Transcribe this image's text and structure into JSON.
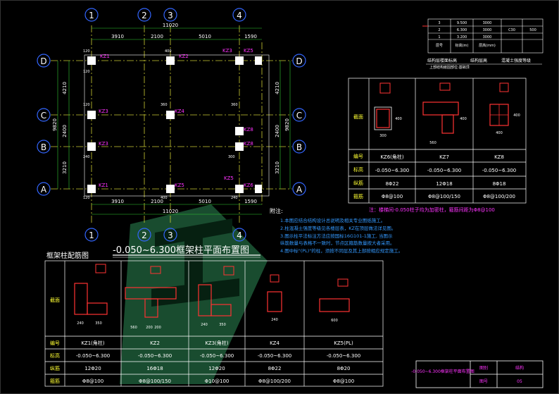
{
  "plan": {
    "grid_x_labels": [
      "1",
      "2",
      "3",
      "4"
    ],
    "grid_y_labels": [
      "D",
      "C",
      "B",
      "A"
    ],
    "top_dims": [
      "3910",
      "2100",
      "5010",
      "1590"
    ],
    "top_total": "11020",
    "bottom_dims": [
      "3910",
      "2100",
      "5010",
      "1590"
    ],
    "bottom_total": "11020",
    "left_dims": [
      "4210",
      "2400",
      "3210"
    ],
    "left_total": "9820",
    "right_dims": [
      "4210",
      "2400",
      "3210"
    ],
    "right_total": "9820",
    "columns": [
      {
        "tag": "KZ1"
      },
      {
        "tag": "KZ2"
      },
      {
        "tag": "KZ3"
      },
      {
        "tag": "KZ5"
      },
      {
        "tag": "KZ3"
      },
      {
        "tag": "KZ4"
      },
      {
        "tag": "KZ8"
      },
      {
        "tag": "KZ3"
      },
      {
        "tag": "KZ8"
      },
      {
        "tag": "KZ1"
      },
      {
        "tag": "KZ5"
      },
      {
        "tag": "KZ6"
      },
      {
        "tag": "KZ5"
      }
    ],
    "dim_notes": [
      "120",
      "120",
      "400",
      "120",
      "360",
      "240",
      "300",
      "360",
      "120",
      "400",
      "240"
    ],
    "title": "-0.050~6.300框架柱平面布置图",
    "table_caption": "框架柱配筋图"
  },
  "storey_table": {
    "rows": [
      {
        "floor": "3",
        "elev": "9.500",
        "height": "3000"
      },
      {
        "floor": "2",
        "elev": "6.300",
        "height": "3000"
      },
      {
        "floor": "1",
        "elev": "3.200",
        "height": "3000"
      }
    ],
    "head": {
      "floor": "层号",
      "elev": "标高(m)",
      "height": "层高(mm)"
    },
    "concrete": "C30",
    "extra": "500",
    "footer": [
      "结构层楼面标高",
      "结构层高",
      "混凝土强度等级"
    ],
    "sub": "上部结构嵌固部位:基础顶"
  },
  "right_table": {
    "row_headers": [
      "截面",
      "编号",
      "标高",
      "纵筋",
      "箍筋"
    ],
    "cols": [
      {
        "id": "KZ6(角柱)",
        "elev": "-0.050~6.300",
        "main": "8Φ22",
        "stirrup": "Φ8@100",
        "w": "300",
        "h": "400"
      },
      {
        "id": "KZ7",
        "elev": "-0.050~6.300",
        "main": "12Φ18",
        "stirrup": "Φ8@100/150",
        "w": "560",
        "h": "400"
      },
      {
        "id": "KZ8",
        "elev": "-0.050~6.300",
        "main": "8Φ18",
        "stirrup": "Φ8@100/200",
        "w": "400",
        "h": "400"
      }
    ],
    "note": "注：楼梯间-0.050柱子均为加密柱，箍筋间距为Φ8@100"
  },
  "notes": {
    "head": "附注:",
    "lines": [
      "1.本图应结合结构设计总说明及相关专业图纸施工。",
      "2.柱混凝土强度等级见各楼层表，KZ在顶层做法详见图。",
      "3.图示柱平法标注方法应按国标16G101-1施工, 当图示",
      "  纵筋数量与表格不一致时，节点区箍筋数量按大者采用。",
      "4.图中标\"(PL)\"的柱，须按不同层及其上部按相应规定施工。"
    ]
  },
  "bottom_table": {
    "row_headers": [
      "截面",
      "编号",
      "标高",
      "纵筋",
      "箍筋"
    ],
    "cols": [
      {
        "id": "KZ1(角柱)",
        "elev": "-0.050~6.300",
        "main": "12Φ20",
        "stirrup": "Φ8@100",
        "dims": [
          "240",
          "350"
        ]
      },
      {
        "id": "KZ2",
        "elev": "-0.050~6.300",
        "main": "16Φ18",
        "stirrup": "Φ8@100/150",
        "dims": [
          "560",
          "200",
          "200"
        ]
      },
      {
        "id": "KZ3(角柱)",
        "elev": "-0.050~6.300",
        "main": "12Φ20",
        "stirrup": "Φ10@100",
        "dims": [
          "240",
          "350"
        ]
      },
      {
        "id": "KZ4",
        "elev": "-0.050~6.300",
        "main": "8Φ22",
        "stirrup": "Φ8@100/200",
        "dims": [
          "240"
        ]
      },
      {
        "id": "KZ5(PL)",
        "elev": "-0.050~6.300",
        "main": "8Φ20",
        "stirrup": "Φ8@100",
        "dims": [
          "600"
        ]
      }
    ]
  },
  "title_block": {
    "drawing_name": "-0.050~6.300框架柱平面布置图",
    "label1": "图别",
    "value1": "结构",
    "label2": "图号",
    "value2": "05"
  },
  "colors": {
    "grid": "#cccc33",
    "axis": "#ffffff",
    "dim": "#33cc33",
    "tag": "#ff33ff",
    "bubble": "#3366ff",
    "rebar": "#ff3333",
    "table": "#ffffff",
    "yellowtext": "#ffff33",
    "watermark": "#2e8b57"
  }
}
